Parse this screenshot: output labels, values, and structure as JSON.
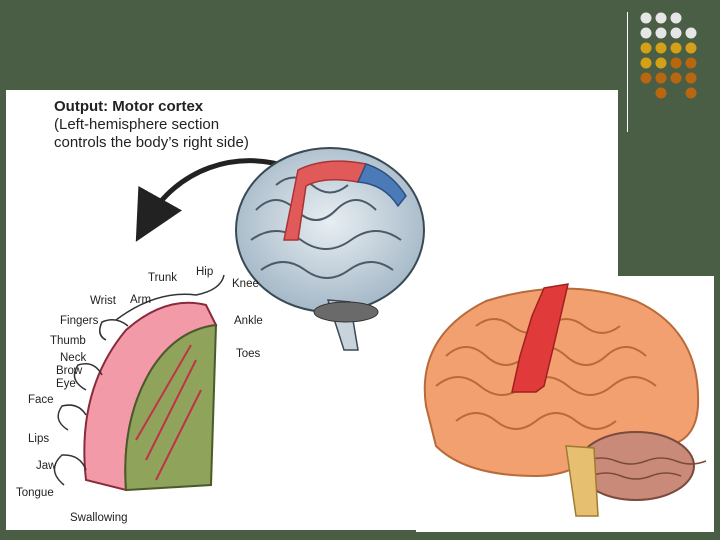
{
  "caption": {
    "title": "Output: Motor cortex",
    "subtitle": "(Left-hemisphere section controls the body’s right side)"
  },
  "body_labels": [
    {
      "key": "trunk",
      "text": "Trunk"
    },
    {
      "key": "hip",
      "text": "Hip"
    },
    {
      "key": "knee",
      "text": "Knee"
    },
    {
      "key": "wrist",
      "text": "Wrist"
    },
    {
      "key": "arm",
      "text": "Arm"
    },
    {
      "key": "fingers",
      "text": "Fingers"
    },
    {
      "key": "ankle",
      "text": "Ankle"
    },
    {
      "key": "thumb",
      "text": "Thumb"
    },
    {
      "key": "neck",
      "text": "Neck"
    },
    {
      "key": "toes",
      "text": "Toes"
    },
    {
      "key": "brow",
      "text": "Brow"
    },
    {
      "key": "eye",
      "text": "Eye"
    },
    {
      "key": "face",
      "text": "Face"
    },
    {
      "key": "lips",
      "text": "Lips"
    },
    {
      "key": "jaw",
      "text": "Jaw"
    },
    {
      "key": "tongue",
      "text": "Tongue"
    },
    {
      "key": "swallowing",
      "text": "Swallowing"
    }
  ],
  "colors": {
    "background": "#4a5e45",
    "motor_strip": "#e04040",
    "sensory_strip": "#4a7ab8",
    "brain_outline": "#d58b50",
    "dot_gold": "#d4a017",
    "dot_brown": "#b8660f"
  }
}
